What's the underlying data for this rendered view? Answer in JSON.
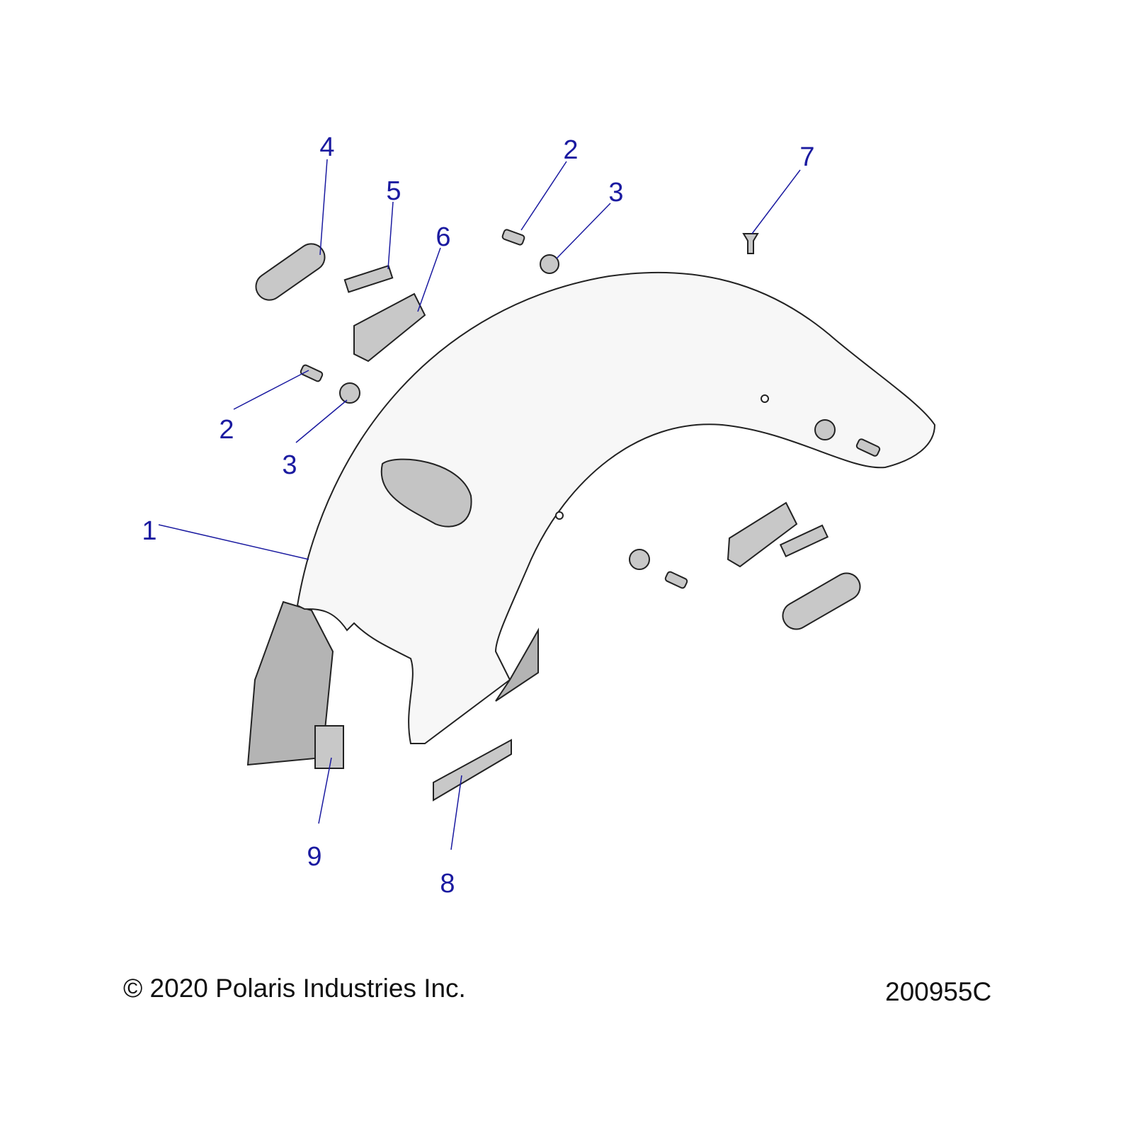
{
  "callouts": [
    {
      "id": "c4",
      "label": "4"
    },
    {
      "id": "c5",
      "label": "5"
    },
    {
      "id": "c6",
      "label": "6"
    },
    {
      "id": "c2a",
      "label": "2"
    },
    {
      "id": "c3a",
      "label": "3"
    },
    {
      "id": "c7",
      "label": "7"
    },
    {
      "id": "c2b",
      "label": "2"
    },
    {
      "id": "c3b",
      "label": "3"
    },
    {
      "id": "c1",
      "label": "1"
    },
    {
      "id": "c9",
      "label": "9"
    },
    {
      "id": "c8",
      "label": "8"
    }
  ],
  "footer": {
    "copyright": "© 2020 Polaris Industries Inc.",
    "diagram_id": "200955C"
  },
  "colors": {
    "callout": "#1a1aa0",
    "part_fill": "#c8c8c8",
    "fender_fill": "#f6f6f6"
  }
}
